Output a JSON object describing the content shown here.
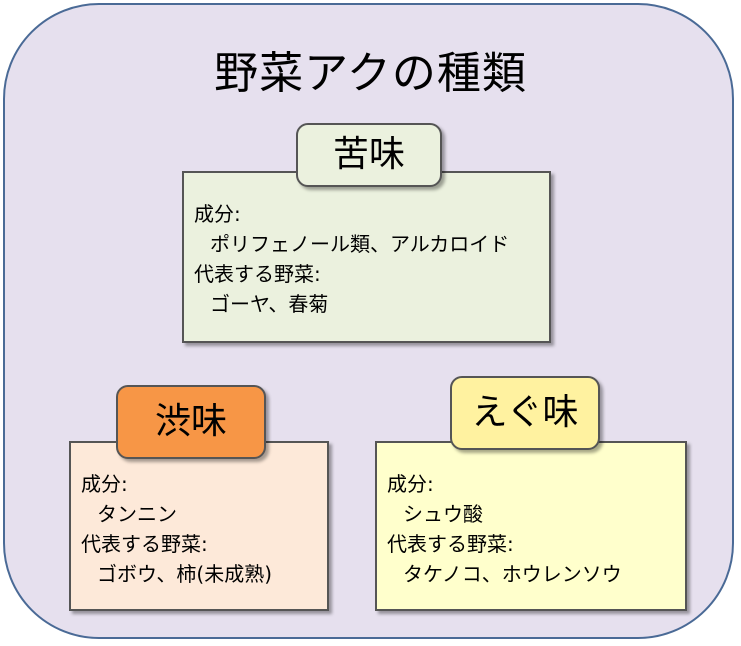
{
  "title": "野菜アクの種類",
  "bitter": {
    "heading": "苦味",
    "component_label": "成分:",
    "component_value": "ポリフェノール類、アルカロイド",
    "vegetable_label": "代表する野菜:",
    "vegetable_value": "ゴーヤ、春菊"
  },
  "astringent": {
    "heading": "渋味",
    "component_label": "成分:",
    "component_value": "タンニン",
    "vegetable_label": "代表する野菜:",
    "vegetable_value": "ゴボウ、柿(未成熟)"
  },
  "acrid": {
    "heading": "えぐ味",
    "component_label": "成分:",
    "component_value": "シュウ酸",
    "vegetable_label": "代表する野菜:",
    "vegetable_value": "タケノコ、ホウレンソウ"
  },
  "colors": {
    "outer_bg": "#e6e0ee",
    "outer_border": "#4a6a96",
    "bitter_box": "#ebf1de",
    "astringent_box": "#fde9d9",
    "astringent_tag": "#f79646",
    "acrid_box": "#ffffcc",
    "acrid_tag": "#fff2a0"
  }
}
